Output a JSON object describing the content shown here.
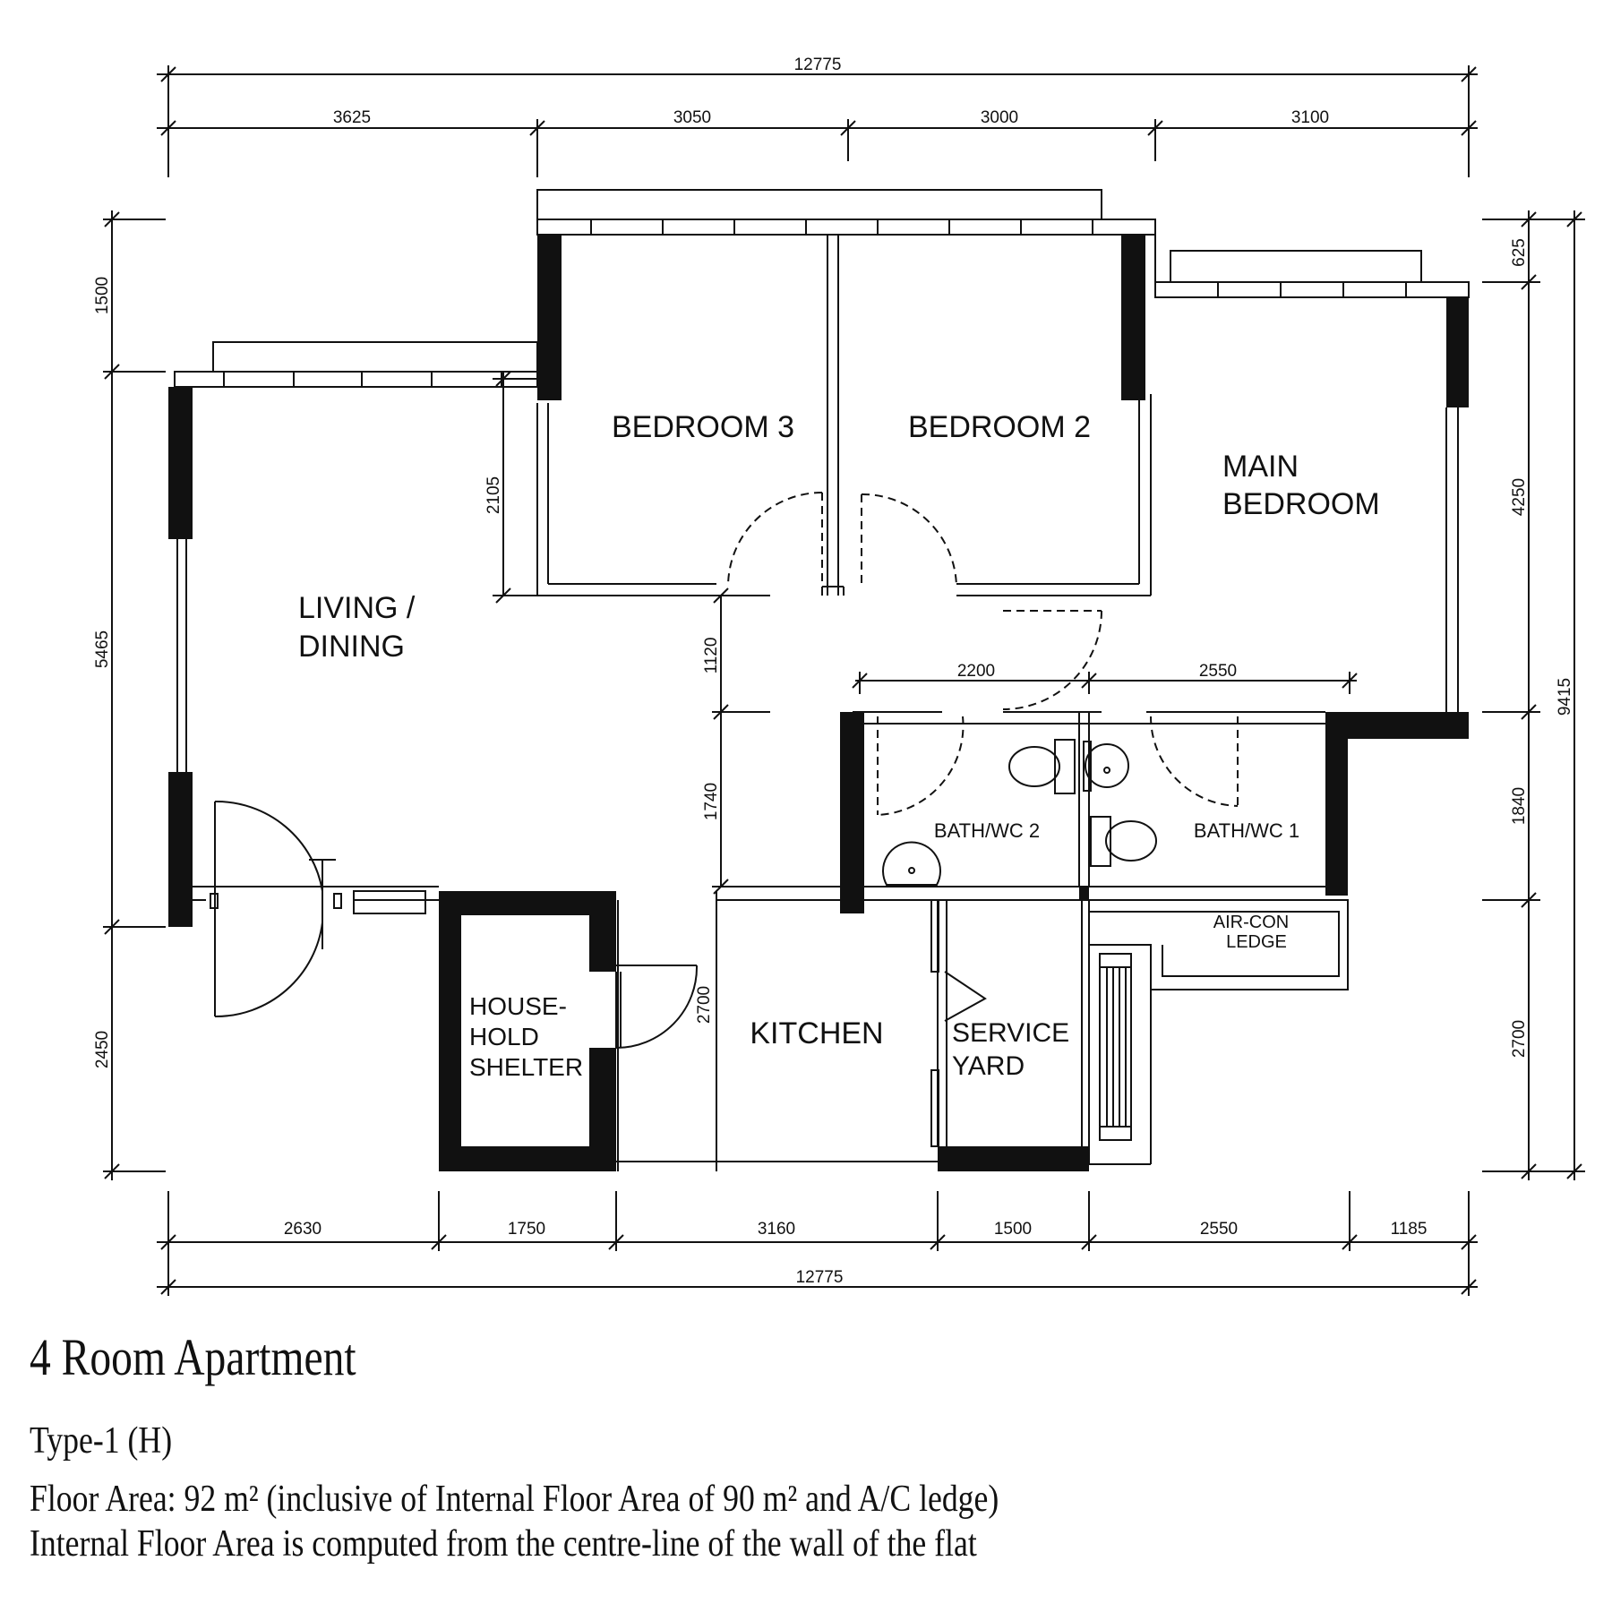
{
  "dimensions": {
    "top_total": "12775",
    "top_segments": [
      "3625",
      "3050",
      "3000",
      "3100"
    ],
    "bottom_segments": [
      "2630",
      "1750",
      "3160",
      "1500",
      "2550",
      "1185"
    ],
    "bottom_total": "12775",
    "left": [
      "1500",
      "5465",
      "2450"
    ],
    "right": [
      "625",
      "4250",
      "1840",
      "2700"
    ],
    "right_total": "9415",
    "internal": {
      "living_bedroom": "2105",
      "corridor_top": "1120",
      "corridor_bottom": "1740",
      "kitchen": "2700",
      "bath2_width": "2200",
      "bath1_width": "2550"
    }
  },
  "rooms": {
    "bedroom3": "BEDROOM 3",
    "bedroom2": "BEDROOM 2",
    "main_bedroom_line1": "MAIN",
    "main_bedroom_line2": "BEDROOM",
    "living_line1": "LIVING /",
    "living_line2": "DINING",
    "bath2": "BATH/WC 2",
    "bath1": "BATH/WC 1",
    "aircon_line1": "AIR-CON",
    "aircon_line2": "LEDGE",
    "shelter_line1": "HOUSE-",
    "shelter_line2": "HOLD",
    "shelter_line3": "SHELTER",
    "kitchen": "KITCHEN",
    "service_line1": "SERVICE",
    "service_line2": "YARD"
  },
  "caption": {
    "title": "4 Room Apartment",
    "type": "Type-1 (H)",
    "floor_area": "Floor Area: 92 m² (inclusive of Internal Floor Area of 90 m² and A/C ledge)",
    "note": "Internal Floor Area is computed from the centre-line of the wall of the flat"
  }
}
